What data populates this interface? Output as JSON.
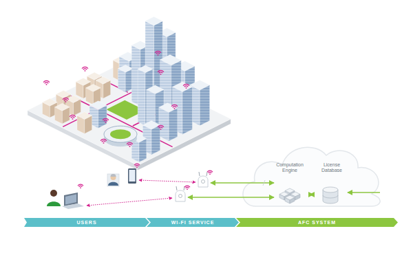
{
  "diagram": {
    "nodes": [
      {
        "text": [
          "Computation Engine"
        ]
      },
      {
        "text": [
          "License Database"
        ]
      },
      {
        "text": [
          "USERS"
        ]
      },
      {
        "text": [
          "WI-FI SERVICE"
        ]
      },
      {
        "text": [
          "AFC SYSTEM"
        ]
      }
    ],
    "edges": [
      {
        "from": 0,
        "to": 1,
        "arrow": "both"
      }
    ]
  }
}
